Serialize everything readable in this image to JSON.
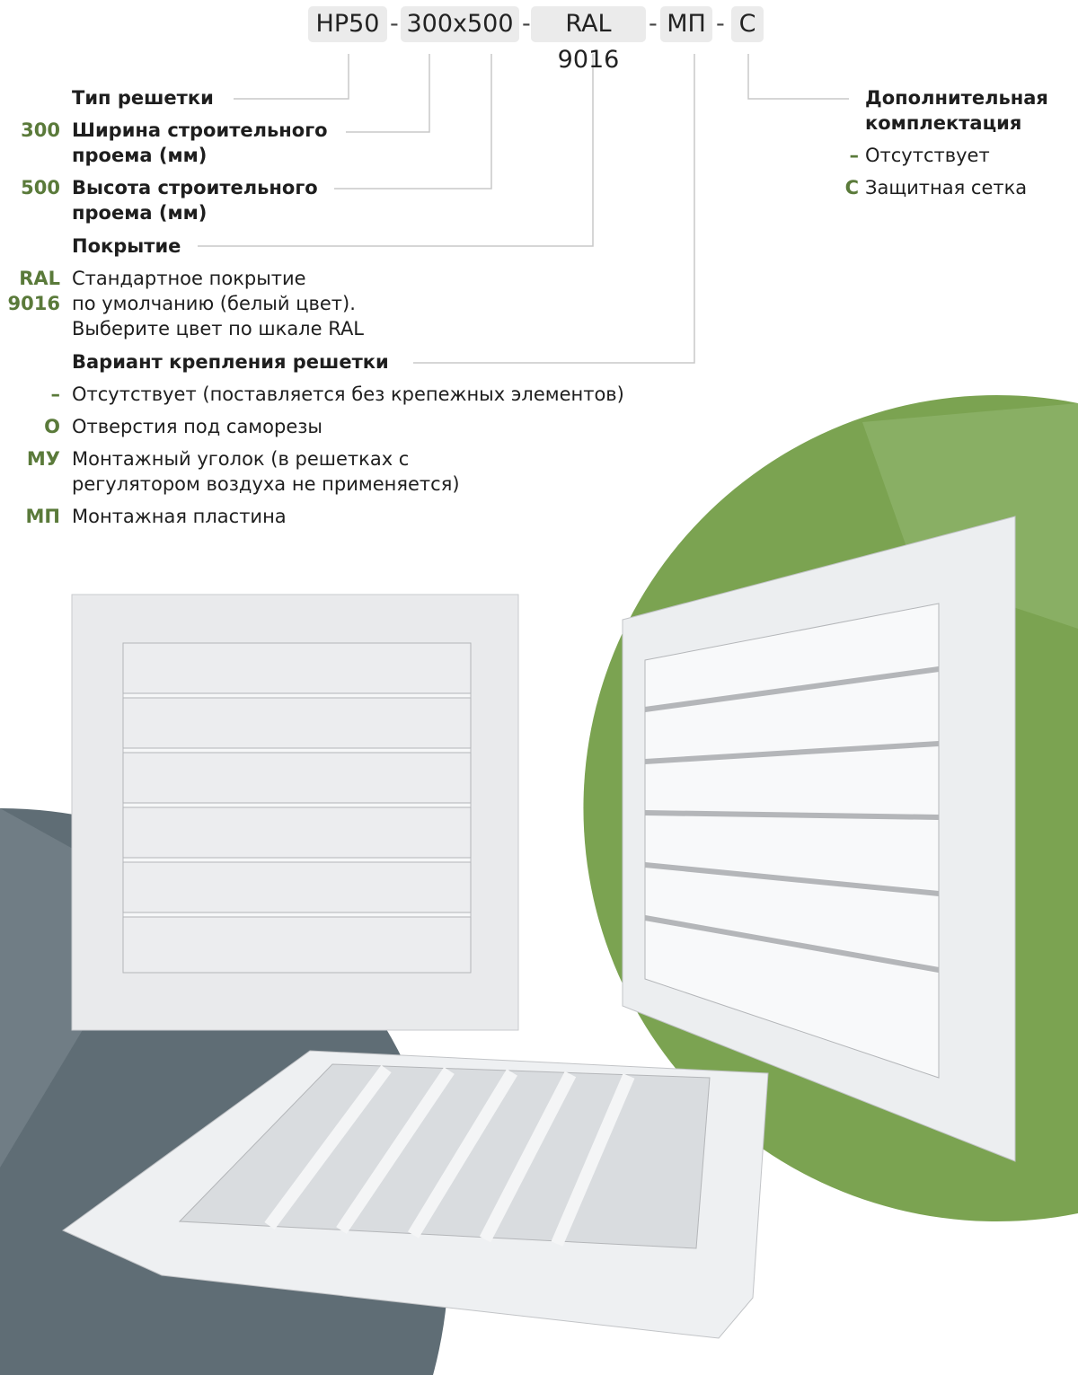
{
  "colors": {
    "accent_green": "#5a7a3a",
    "circle_green": "#7ba351",
    "circle_gray": "#5f6d75",
    "line_gray": "#c8c8c8"
  },
  "code": {
    "parts": [
      "НР50",
      "300x500",
      "RAL 9016",
      "МП",
      "С"
    ],
    "separator": "-"
  },
  "left": {
    "type_label": "Тип решетки",
    "width": {
      "code": "300",
      "label_1": "Ширина строительного",
      "label_2": "проема (мм)"
    },
    "height": {
      "code": "500",
      "label_1": "Высота строительного",
      "label_2": "проема (мм)"
    },
    "coating": {
      "label": "Покрытие",
      "code_1": "RAL",
      "code_2": "9016",
      "lines": [
        "Стандартное покрытие",
        "по умолчанию (белый цвет).",
        "Выберите цвет по шкале RAL"
      ]
    },
    "mounting": {
      "label": "Вариант крепления решетки",
      "options": [
        {
          "code": "–",
          "text": "Отсутствует (поставляется без крепежных элементов)"
        },
        {
          "code": "О",
          "text": "Отверстия под саморезы"
        },
        {
          "code": "МУ",
          "text": "Монтажный уголок (в решетках с",
          "text_2": "регулятором воздуха не применяется)"
        },
        {
          "code": "МП",
          "text": "Монтажная пластина"
        }
      ]
    }
  },
  "right": {
    "label_1": "Дополнительная",
    "label_2": "комплектация",
    "options": [
      {
        "code": "–",
        "text": "Отсутствует"
      },
      {
        "code": "С",
        "text": "Защитная сетка"
      }
    ]
  }
}
